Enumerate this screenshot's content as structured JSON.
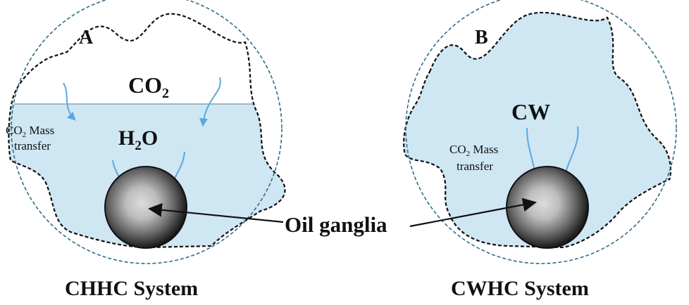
{
  "panel_a": {
    "letter": "A",
    "gas_label_main": "CO",
    "gas_label_sub": "2",
    "liquid_label_pre": "H",
    "liquid_label_sub": "2",
    "liquid_label_post": "O",
    "mass_transfer_line1_main": "CO",
    "mass_transfer_line1_sub": "2",
    "mass_transfer_line1_rest": " Mass",
    "mass_transfer_line2": "transfer",
    "caption": "CHHC System"
  },
  "panel_b": {
    "letter": "B",
    "fluid_label": "CW",
    "mass_transfer_line1_main": "CO",
    "mass_transfer_line1_sub": "2",
    "mass_transfer_line1_rest": " Mass",
    "mass_transfer_line2": "transfer",
    "caption": "CWHC System"
  },
  "shared_label": "Oil ganglia",
  "colors": {
    "water": "#cfe6f3",
    "interface_line": "#9ab9cb",
    "arrow_blue": "#5aa8de",
    "dashed_circle": "#2f6e86",
    "pore_outline": "#111111"
  }
}
